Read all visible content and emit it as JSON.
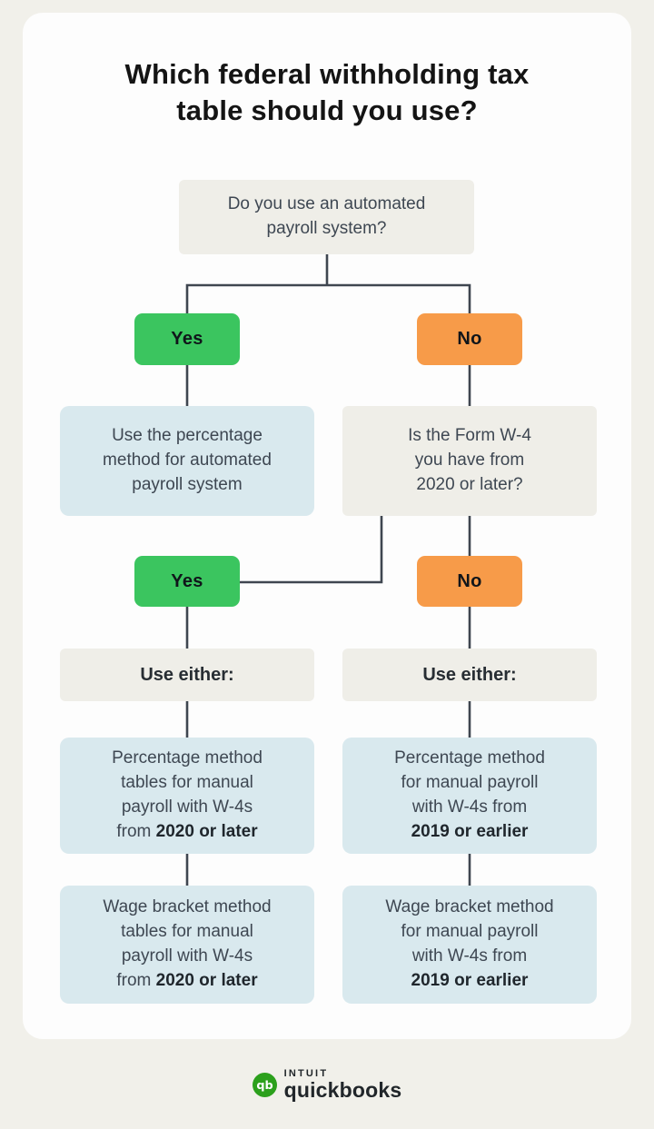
{
  "colors": {
    "page_bg": "#f1f0ea",
    "card_bg": "#fdfdfd",
    "neutral_gray": "#efeee8",
    "info_blue": "#d9e9ee",
    "yes_green": "#3bc55f",
    "no_orange": "#f79b49",
    "connector": "#3f4650",
    "text_dark": "#3e4752",
    "text_strong": "#1f262c",
    "logo_green": "#2ca01c"
  },
  "title": {
    "lines": [
      "Which federal withholding tax",
      "table should you use?"
    ]
  },
  "flowchart": {
    "q1": {
      "lines": [
        "Do you use an automated",
        "payroll system?"
      ]
    },
    "yes1_label": "Yes",
    "no1_label": "No",
    "auto_result": {
      "lines": [
        "Use the percentage",
        "method for automated",
        "payroll system"
      ]
    },
    "w4_question": {
      "lines": [
        "Is the Form W-4",
        "you have from",
        "2020 or later?"
      ]
    },
    "yes2_label": "Yes",
    "no2_label": "No",
    "use_either_left": "Use either:",
    "use_either_right": "Use either:",
    "percentage_left": {
      "lines": [
        "Percentage method",
        "tables for manual",
        "payroll with W-4s",
        "from **2020 or later**"
      ]
    },
    "percentage_right": {
      "lines": [
        "Percentage method",
        "for manual payroll",
        "with W-4s from",
        "**2019 or earlier**"
      ]
    },
    "wage_left": {
      "lines": [
        "Wage bracket method",
        "tables for manual",
        "payroll with W-4s",
        "from **2020 or later**"
      ]
    },
    "wage_right": {
      "lines": [
        "Wage bracket method",
        "for manual payroll",
        "with W-4s from",
        "**2019 or earlier**"
      ]
    }
  },
  "footer": {
    "logo_monogram": "qb",
    "brand_top": "INTUIT",
    "brand_bottom": "quickbooks"
  }
}
